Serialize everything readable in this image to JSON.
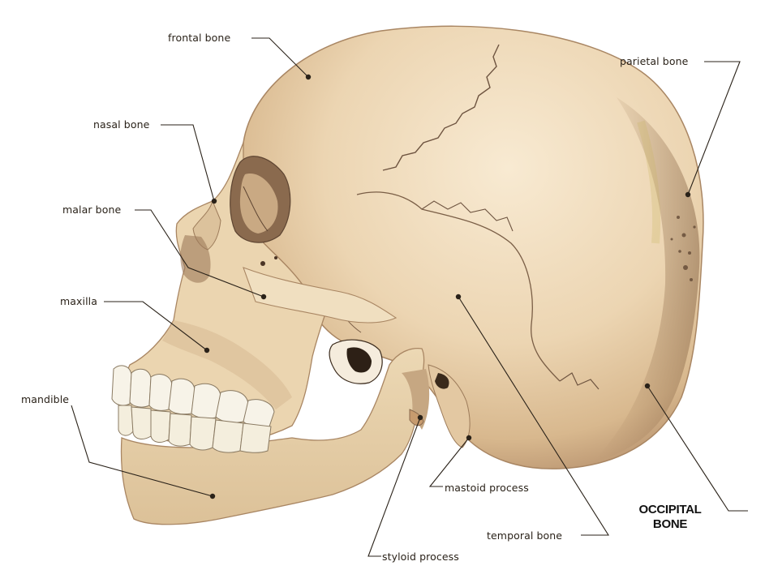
{
  "labels": {
    "frontal": "frontal bone",
    "nasal": "nasal bone",
    "malar": "malar bone",
    "maxilla": "maxilla",
    "mandible": "mandible",
    "parietal": "parietal bone",
    "occipital_line1": "OCCIPITAL",
    "occipital_line2": "BONE",
    "mastoid": "mastoid process",
    "temporal": "temporal bone",
    "styloid": "styloid process"
  },
  "colors": {
    "bone_light": "#f2e3c8",
    "bone_mid": "#e3c9a4",
    "bone_shadow": "#b99a76",
    "suture": "#6e5440",
    "leader": "#2a2219",
    "teeth": "#f7f3e8"
  }
}
